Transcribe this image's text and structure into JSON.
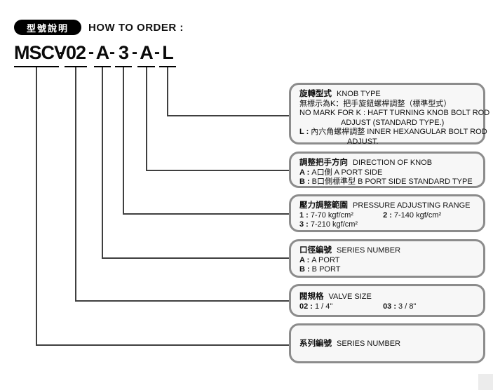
{
  "header": {
    "badge": "型號說明",
    "title": "HOW TO ORDER :"
  },
  "model_code": {
    "segments": [
      "MSCV",
      "02",
      "A",
      "3",
      "A",
      "L"
    ],
    "separator": "-"
  },
  "colors": {
    "badge_bg": "#000000",
    "box_border": "#8c8c8c",
    "box_fill": "#f7f7f7",
    "connector_line": "#3f3f3f"
  },
  "boxes": [
    {
      "id": "knob-type",
      "title_zh": "旋轉型式",
      "title_en": "KNOB TYPE",
      "lines": [
        {
          "key": "",
          "text": "無標示為K：把手旋鈕螺桿調整（標準型式）"
        },
        {
          "key": "",
          "text": "NO MARK FOR K : HAFT TURNING KNOB BOLT ROD"
        },
        {
          "key": "",
          "text": "ADJUST (STANDARD TYPE.)"
        },
        {
          "key": "L :",
          "text": "內六角螺桿調整 INNER HEXANGULAR BOLT ROD"
        },
        {
          "key": "",
          "text": "ADJUST."
        }
      ]
    },
    {
      "id": "direction-of-knob",
      "title_zh": "調整把手方向",
      "title_en": "DIRECTION OF KNOB",
      "lines": [
        {
          "key": "A :",
          "text": "A口側 A PORT SIDE"
        },
        {
          "key": "B :",
          "text": "B口側標準型 B PORT SIDE STANDARD TYPE"
        }
      ]
    },
    {
      "id": "pressure-adjusting-range",
      "title_zh": "壓力調整範圍",
      "title_en": "PRESSURE ADJUSTING RANGE",
      "lines": [
        {
          "key": "1 :",
          "text": "7-70 kgf/cm²"
        },
        {
          "key": "2 :",
          "text": "7-140 kgf/cm²"
        },
        {
          "key": "3 :",
          "text": "7-210 kgf/cm²"
        }
      ]
    },
    {
      "id": "port-series-number",
      "title_zh": "口徑編號",
      "title_en": "SERIES NUMBER",
      "lines": [
        {
          "key": "A :",
          "text": "A PORT"
        },
        {
          "key": "B :",
          "text": "B PORT"
        }
      ]
    },
    {
      "id": "valve-size",
      "title_zh": "閥規格",
      "title_en": "VALVE SIZE",
      "lines": [
        {
          "key": "02 :",
          "text": "1 / 4\""
        },
        {
          "key": "03 :",
          "text": "3 / 8\""
        }
      ]
    },
    {
      "id": "series-number",
      "title_zh": "系列編號",
      "title_en": "SERIES NUMBER",
      "lines": []
    }
  ]
}
